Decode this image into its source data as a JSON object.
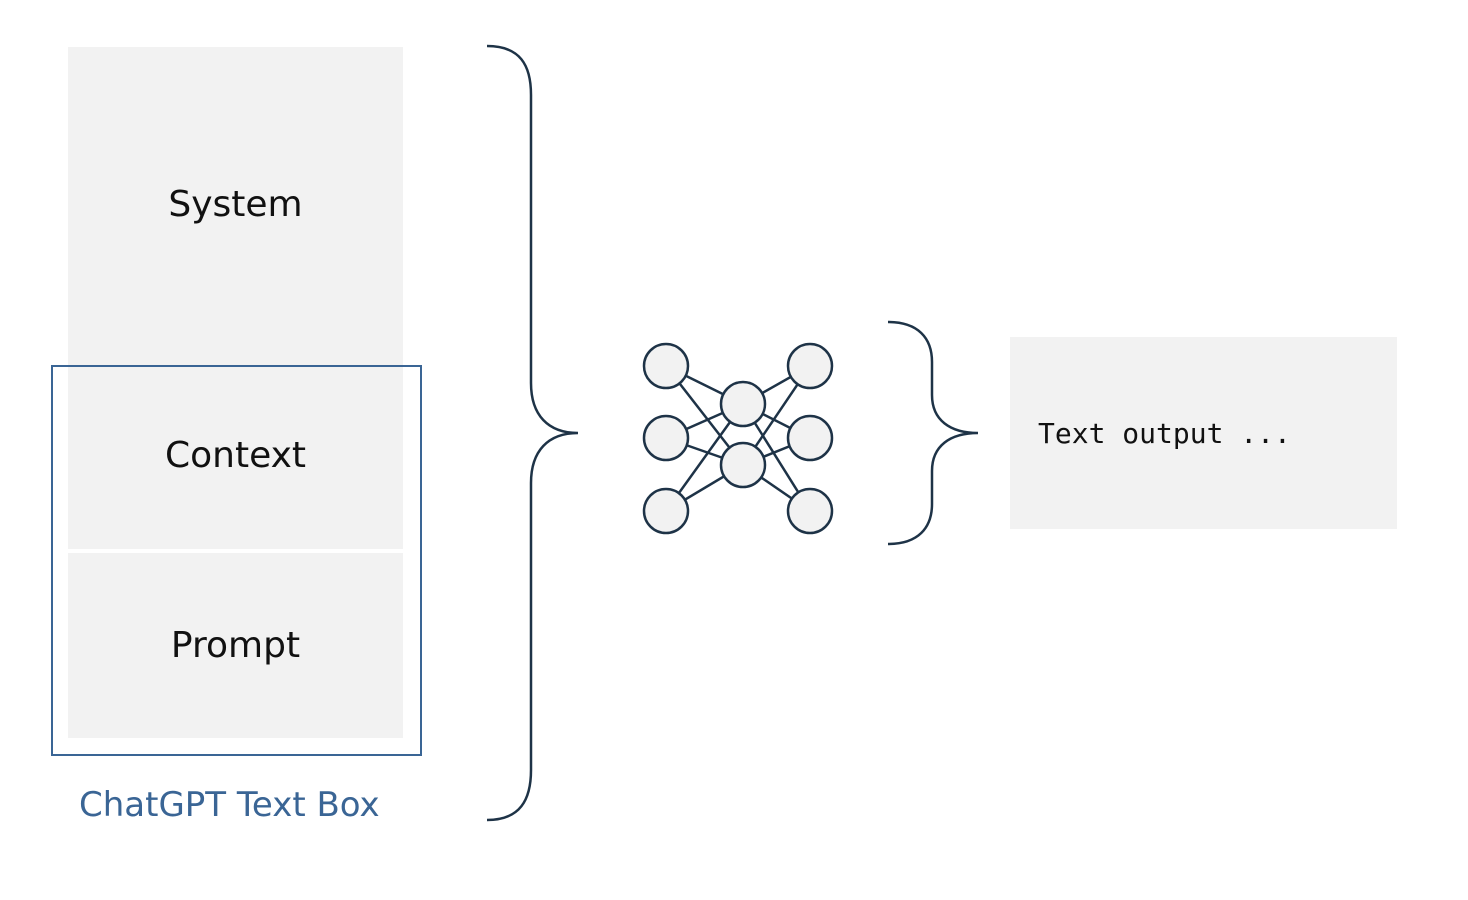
{
  "input_sections": {
    "system": "System",
    "context": "Context",
    "prompt": "Prompt"
  },
  "textbox_caption": "ChatGPT Text Box",
  "output_text": "Text output ...",
  "network": {
    "layers": [
      3,
      2,
      3
    ]
  },
  "colors": {
    "accent": "#3a6595",
    "line": "#1e3347",
    "box": "#f2f2f2"
  }
}
